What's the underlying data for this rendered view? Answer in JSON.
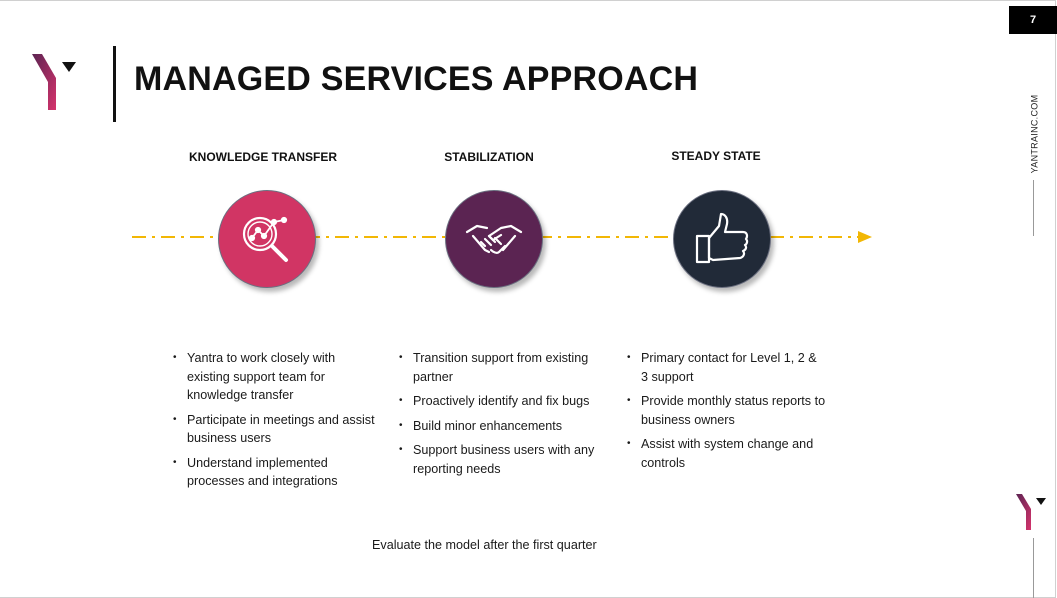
{
  "slide": {
    "title": "MANAGED SERVICES APPROACH",
    "page_number": "7",
    "side_url": "YANTRAINC.COM",
    "footer_note": "Evaluate the model after the first quarter"
  },
  "colors": {
    "knowledge_circle": "#d13564",
    "stabilization_circle": "#5b2452",
    "steady_circle": "#212a38",
    "timeline": "#f2b705",
    "logo_magenta": "#d6336c",
    "logo_purple": "#5b2452"
  },
  "phases": [
    {
      "title": "KNOWLEDGE TRANSFER",
      "icon": "magnifier-chart-icon",
      "bullets": [
        "Yantra to work closely with existing support team for knowledge transfer",
        "Participate in meetings and assist business users",
        "Understand implemented processes and integrations"
      ]
    },
    {
      "title": "STABILIZATION",
      "icon": "handshake-icon",
      "bullets": [
        "Transition support from existing partner",
        "Proactively identify and fix bugs",
        "Build minor enhancements",
        "Support business users with any reporting needs"
      ]
    },
    {
      "title": "STEADY STATE",
      "icon": "thumbs-up-icon",
      "bullets": [
        "Primary contact for Level 1, 2 & 3 support",
        "Provide monthly status reports to business owners",
        "Assist with system change and controls"
      ]
    }
  ]
}
